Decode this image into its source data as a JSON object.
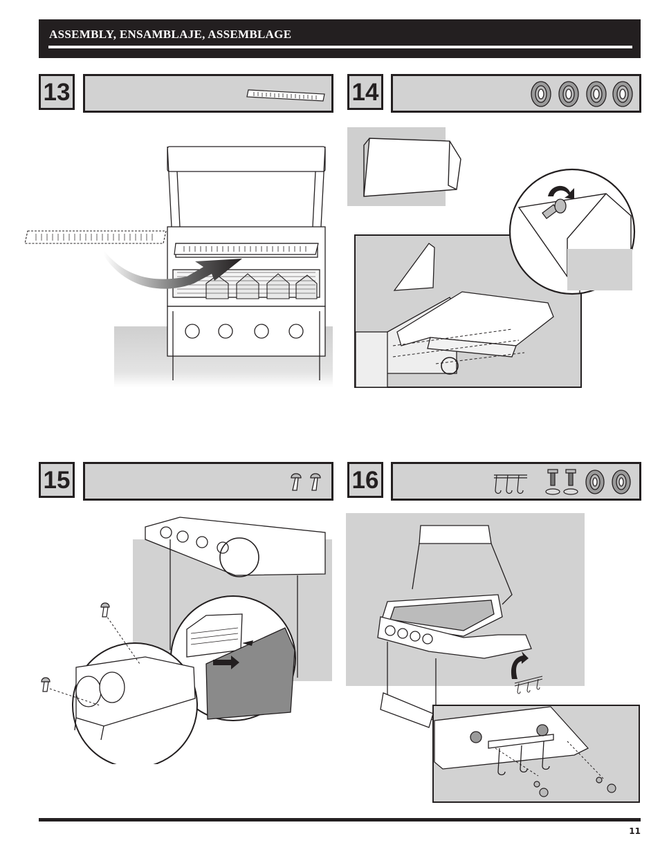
{
  "header": {
    "title": "ASSEMBLY, ENSAMBLAJE, ASSEMBLAGE"
  },
  "steps": [
    {
      "number": "13",
      "parts_icon": "flame-tamer-icon"
    },
    {
      "number": "14",
      "parts_icon": "flange-nut-icon",
      "count": 4
    },
    {
      "number": "15",
      "parts_icon": "screw-icon",
      "count": 2
    },
    {
      "number": "16",
      "parts_icon": "hook-bolt-nut-icon"
    }
  ],
  "footer": {
    "page_number": "11"
  },
  "colors": {
    "dark": "#231f20",
    "panel": "#d2d2d2",
    "shade": "#cfcfcf"
  }
}
